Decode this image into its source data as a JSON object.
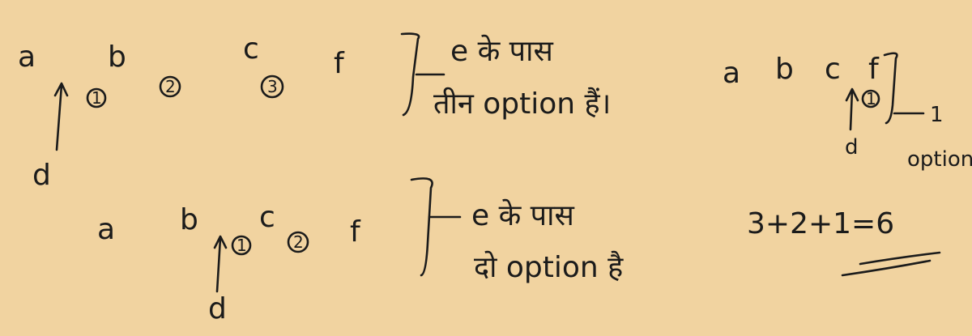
{
  "row1": {
    "a": "a",
    "b": "b",
    "c": "c",
    "f": "f",
    "d": "d",
    "slot1": "1",
    "slot2": "2",
    "slot3": "3",
    "note_line1": "e के पास",
    "note_line2": "तीन option हैं।"
  },
  "row2": {
    "a": "a",
    "b": "b",
    "c": "c",
    "f": "f",
    "d": "d",
    "slot1": "1",
    "slot2": "2",
    "note_line1": "e के पास",
    "note_line2": "दो option है"
  },
  "row3": {
    "a": "a",
    "b": "b",
    "c": "c",
    "f": "f",
    "d": "d",
    "slot1": "1",
    "count": "1",
    "option": "option"
  },
  "total": {
    "equation": "3+2+1=6"
  }
}
